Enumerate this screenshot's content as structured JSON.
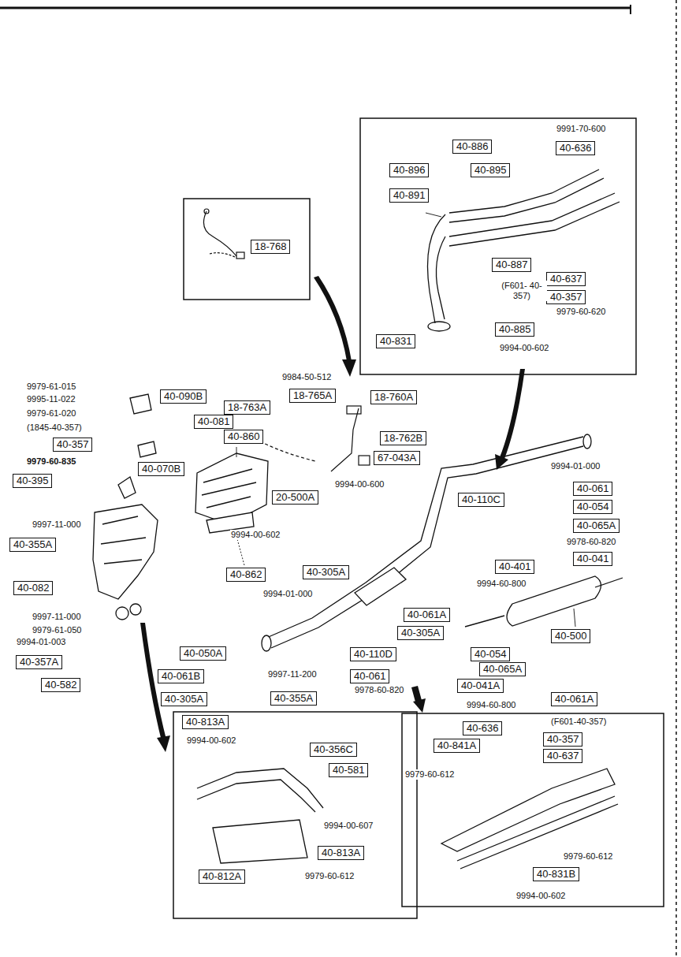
{
  "diagram": {
    "nodes": [
      {
        "text": [
          "40-886"
        ]
      },
      {
        "text": [
          "40-636"
        ]
      },
      {
        "text": [
          "40-896"
        ]
      },
      {
        "text": [
          "40-895"
        ]
      },
      {
        "text": [
          "40-891"
        ]
      },
      {
        "text": [
          "18-768"
        ]
      },
      {
        "text": [
          "40-887"
        ]
      },
      {
        "text": [
          "40-637"
        ]
      },
      {
        "text": [
          "40-357"
        ]
      },
      {
        "text": [
          "40-885"
        ]
      },
      {
        "text": [
          "40-831"
        ]
      },
      {
        "text": [
          "18-765A"
        ]
      },
      {
        "text": [
          "40-090B"
        ]
      },
      {
        "text": [
          "18-760A"
        ]
      },
      {
        "text": [
          "18-763A"
        ]
      },
      {
        "text": [
          "40-081"
        ]
      },
      {
        "text": [
          "40-860"
        ]
      },
      {
        "text": [
          "18-762B"
        ]
      },
      {
        "text": [
          "40-357"
        ]
      },
      {
        "text": [
          "67-043A"
        ]
      },
      {
        "text": [
          "40-070B"
        ]
      },
      {
        "text": [
          "40-395"
        ]
      },
      {
        "text": [
          "40-061"
        ]
      },
      {
        "text": [
          "20-500A"
        ]
      },
      {
        "text": [
          "40-110C"
        ]
      },
      {
        "text": [
          "40-054"
        ]
      },
      {
        "text": [
          "40-065A"
        ]
      },
      {
        "text": [
          "40-355A"
        ]
      },
      {
        "text": [
          "40-041"
        ]
      },
      {
        "text": [
          "40-401"
        ]
      },
      {
        "text": [
          "40-305A"
        ]
      },
      {
        "text": [
          "40-862"
        ]
      },
      {
        "text": [
          "40-082"
        ]
      },
      {
        "text": [
          "40-061A"
        ]
      },
      {
        "text": [
          "40-305A"
        ]
      },
      {
        "text": [
          "40-500"
        ]
      },
      {
        "text": [
          "40-050A"
        ]
      },
      {
        "text": [
          "40-110D"
        ]
      },
      {
        "text": [
          "40-054"
        ]
      },
      {
        "text": [
          "40-357A"
        ]
      },
      {
        "text": [
          "40-065A"
        ]
      },
      {
        "text": [
          "40-061"
        ]
      },
      {
        "text": [
          "40-061B"
        ]
      },
      {
        "text": [
          "40-041A"
        ]
      },
      {
        "text": [
          "40-582"
        ]
      },
      {
        "text": [
          "40-061A"
        ]
      },
      {
        "text": [
          "40-305A"
        ]
      },
      {
        "text": [
          "40-355A"
        ]
      },
      {
        "text": [
          "40-813A"
        ]
      },
      {
        "text": [
          "40-636"
        ]
      },
      {
        "text": [
          "40-357"
        ]
      },
      {
        "text": [
          "40-841A"
        ]
      },
      {
        "text": [
          "40-356C"
        ]
      },
      {
        "text": [
          "40-637"
        ]
      },
      {
        "text": [
          "40-581"
        ]
      },
      {
        "text": [
          "40-813A"
        ]
      },
      {
        "text": [
          "40-831B"
        ]
      },
      {
        "text": [
          "40-812A"
        ]
      }
    ],
    "labels": [
      "9991-70-600",
      "(F601- 40-357)",
      "9979-60-620",
      "9994-00-602",
      "9984-50-512",
      "9979-61-015",
      "9995-11-022",
      "9979-61-020",
      "(1845-40-357)",
      "9979-60-835",
      "9994-01-000",
      "9994-00-600",
      "9997-11-000",
      "9994-00-602",
      "9978-60-820",
      "9994-60-800",
      "9994-01-000",
      "9997-11-000",
      "9979-61-050",
      "9994-01-003",
      "9997-11-200",
      "9978-60-820",
      "9994-60-800",
      "(F601-40-357)",
      "9994-00-602",
      "9979-60-612",
      "9994-00-607",
      "9979-60-612",
      "9979-60-612",
      "9994-00-602"
    ]
  }
}
